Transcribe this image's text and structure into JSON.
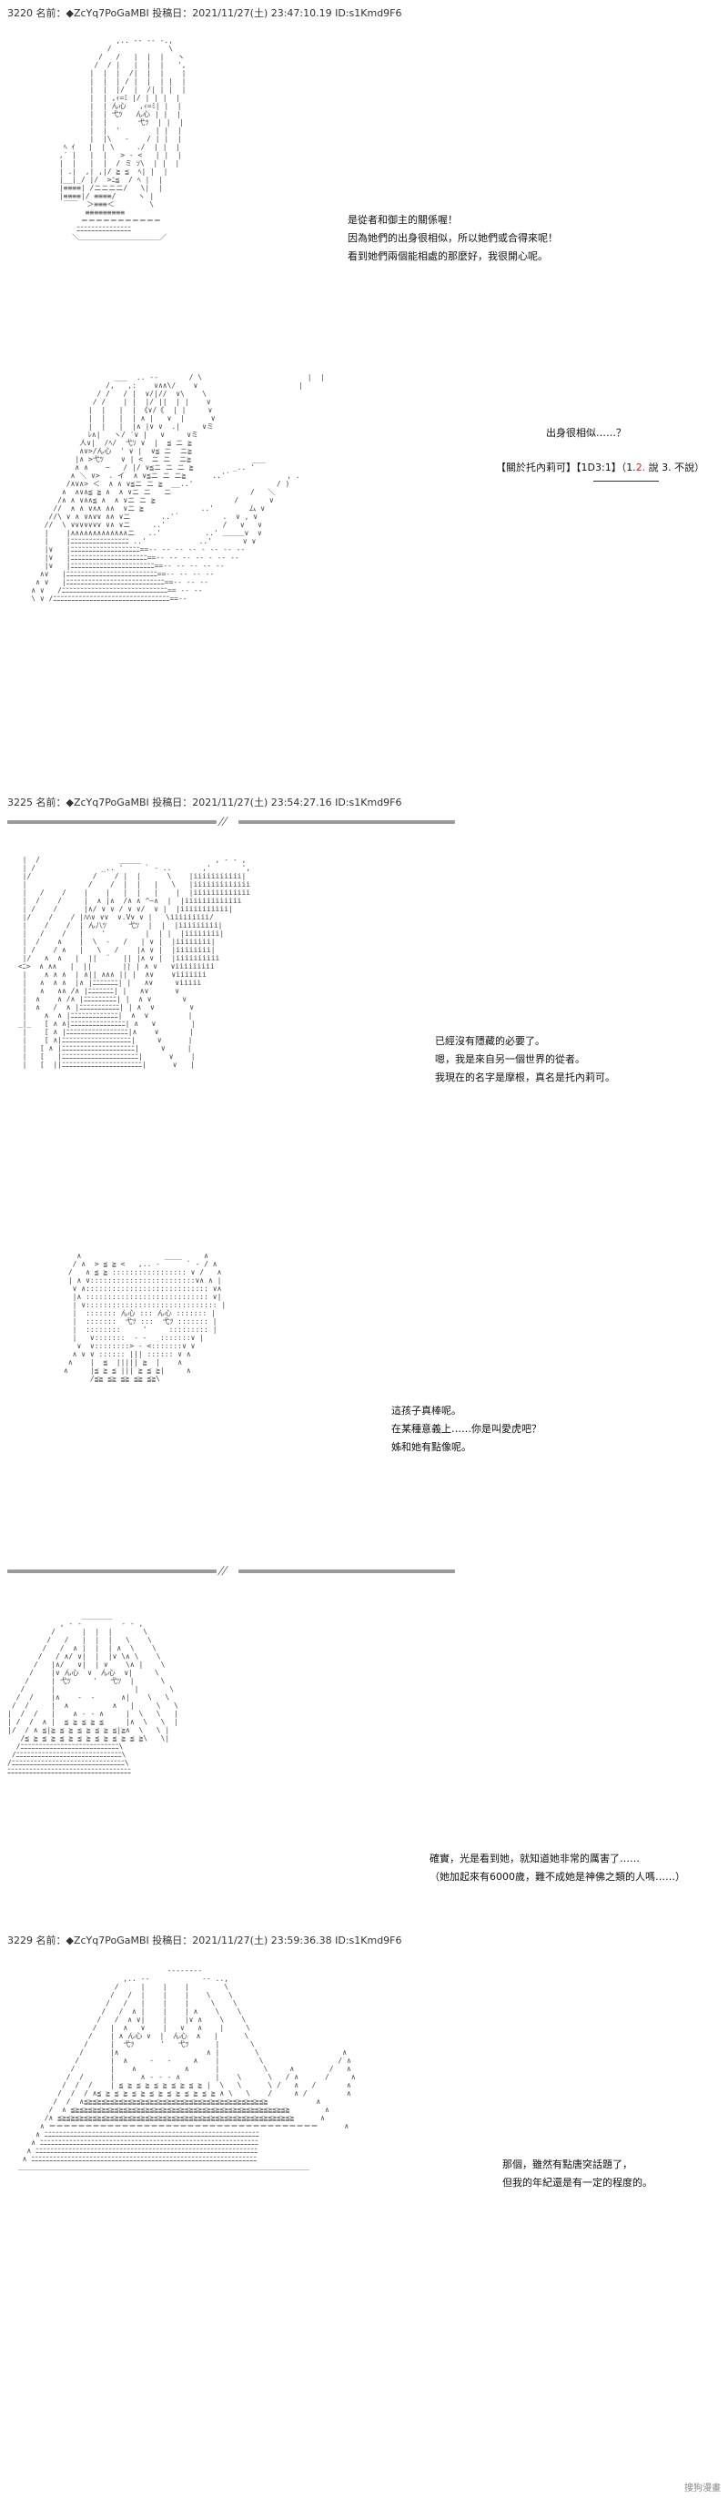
{
  "posts": [
    {
      "header": "3220 名前：◆ZcYq7PoGaMBI 投稿日：2021/11/27(土) 23:47:10.19 ID:s1Kmd9F6",
      "lines_a": [
        "是從者和御主的關係喔！",
        "因為她們的出身很相似，所以她們或合得來呢！",
        "看到她們兩個能相處的那麼好，我很開心呢。"
      ],
      "lines_b": [
        "出身很相似……？"
      ],
      "choice": {
        "prefix": "【關於托內莉可】【1D3:",
        "result": "1",
        "mid": "】（",
        "opt1": "1.",
        "opt2": "2.",
        "rest": " 說 3. 不說）"
      }
    },
    {
      "header": "3225 名前：◆ZcYq7PoGaMBI 投稿日：2021/11/27(土) 23:54:27.16 ID:s1Kmd9F6",
      "lines_a": [
        "已經沒有隱藏的必要了。",
        "嗯，我是來自另一個世界的從者。",
        "我現在的名字是摩根，真名是托內莉可。"
      ],
      "lines_b": [
        "這孩子真棒呢。",
        "在某種意義上……你是叫愛虎吧？",
        "姊和她有點像呢。"
      ],
      "lines_c": [
        "確實，光是看到她，就知道她非常的厲害了……",
        "（她加起來有6000歲，難不成她是神佛之類的人嗎……）"
      ]
    },
    {
      "header": "3229 名前：◆ZcYq7PoGaMBI 投稿日：2021/11/27(土) 23:59:36.38 ID:s1Kmd9F6",
      "lines_a": [
        "那個，雖然有點唐突話題了，",
        "但我的年紀還是有一定的程度的。"
      ]
    }
  ],
  "watermark": "搜狗漫畫"
}
